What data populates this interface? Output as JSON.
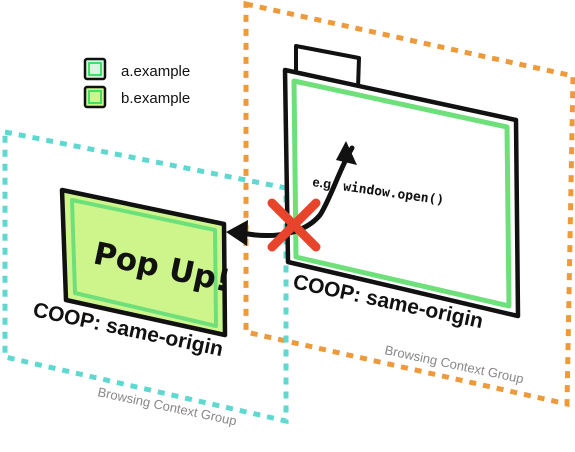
{
  "legend": {
    "items": [
      {
        "label": "a.example",
        "color": "#d8f5e0",
        "border": "#3ee06a"
      },
      {
        "label": "b.example",
        "color": "#cef58c",
        "border": "#3ee06a"
      }
    ]
  },
  "left_group": {
    "popup_text": "Pop Up!",
    "policy_text": "COOP: same-origin",
    "group_label": "Browsing Context Group",
    "border_color": "#5fd9cf"
  },
  "right_group": {
    "action_text_prefix": "e.g.",
    "action_code": "window.open()",
    "policy_text": "COOP: same-origin",
    "group_label": "Browsing Context Group",
    "border_color": "#ef9a3a"
  },
  "colors": {
    "window_stroke": "#111111",
    "inner_border": "#6ee07a",
    "popup_fill": "#cef58c",
    "cross": "#e8442c",
    "label_gray": "#888888"
  }
}
